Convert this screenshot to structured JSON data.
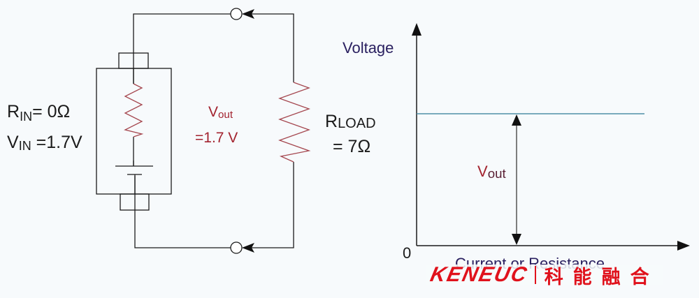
{
  "circuit": {
    "r_in_label": {
      "main": "R",
      "sub": "IN",
      "value": "= 0Ω"
    },
    "v_in_label": {
      "main": "V",
      "sub": "IN",
      "value": " =1.7V"
    },
    "v_out_label": {
      "main": "V",
      "sub": "out",
      "value": "=1.7 V"
    },
    "r_load_label": {
      "main": "R",
      "sub": "LOAD",
      "value": "= 7Ω"
    }
  },
  "graph": {
    "y_axis_label": "Voltage",
    "x_axis_label": "Current or Resistance",
    "origin_label": "0",
    "vout_label": {
      "main": "V",
      "sub": "out"
    }
  },
  "colors": {
    "wire": "#1b1b1b",
    "resistor": "#a5474f",
    "label_red": "#a3232f",
    "level_line": "#4f8fa6",
    "watermark": "#e0121c"
  },
  "watermark": {
    "brand": "KENEUC",
    "chinese": "科能融合"
  },
  "chart_data": {
    "type": "line",
    "title": "",
    "xlabel": "Current or Resistance",
    "ylabel": "Voltage",
    "x_tick_labels": [
      "0"
    ],
    "series": [
      {
        "name": "Vout",
        "description": "constant output voltage independent of current or resistance",
        "x": [
          0,
          1
        ],
        "y": [
          1,
          1
        ]
      }
    ],
    "annotations": [
      "Vout"
    ],
    "grid": false,
    "legend": "none"
  }
}
